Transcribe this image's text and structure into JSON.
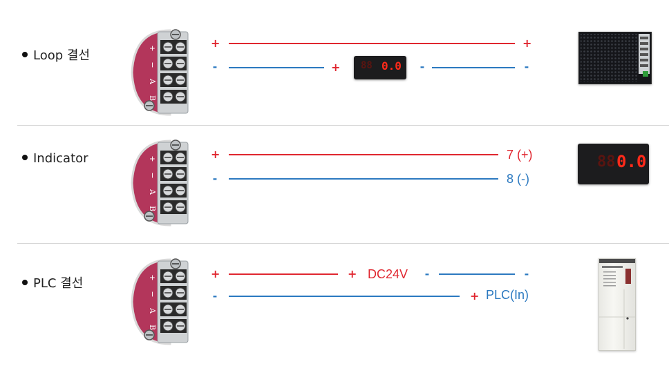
{
  "rows": [
    {
      "label": "Loop 결선",
      "top_wire": {
        "start_sign": "+",
        "end_sign": "+"
      },
      "bottom_wire": {
        "start_sign": "-",
        "mid_plus": "+",
        "mid_minus": "-",
        "end_sign": "-"
      },
      "device": "power-supply",
      "inline_device": "panel-meter",
      "meter_digits": "0.0"
    },
    {
      "label": "Indicator",
      "top_wire": {
        "start_sign": "+",
        "end_label": "7 (+)"
      },
      "bottom_wire": {
        "start_sign": "-",
        "end_label": "8 (-)"
      },
      "device": "panel-meter",
      "meter_digits": "0.0"
    },
    {
      "label": "PLC 결선",
      "top_wire": {
        "start_sign": "+",
        "mid_plus": "+",
        "mid_label": "DC24V",
        "mid_minus": "-",
        "end_sign": "-"
      },
      "bottom_wire": {
        "start_sign": "-",
        "end_plus": "+",
        "end_label": "PLC(In)"
      },
      "device": "plc-module"
    }
  ],
  "terminal": {
    "labels": [
      "+",
      "−",
      "A",
      "B"
    ],
    "body_color": "#b3365b"
  },
  "colors": {
    "positive": "#e0262f",
    "negative": "#2b79c0"
  }
}
